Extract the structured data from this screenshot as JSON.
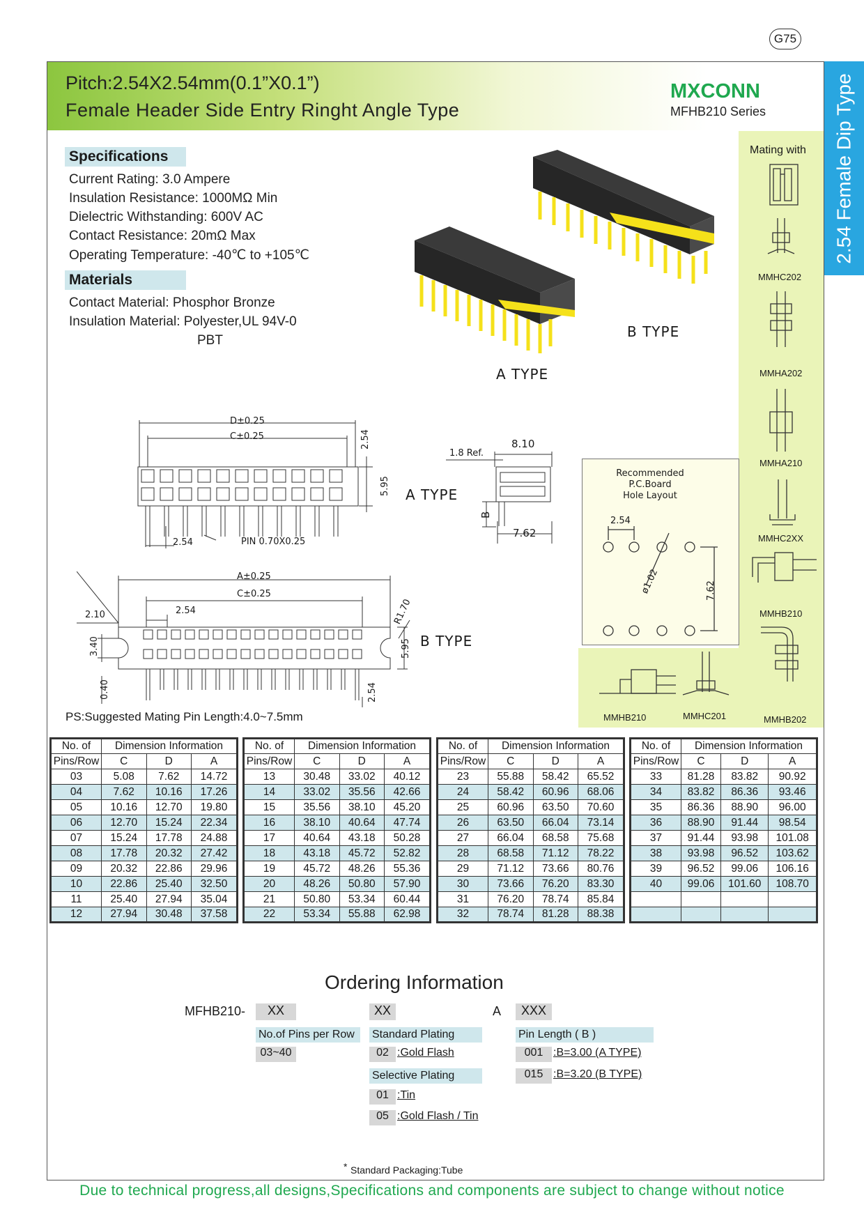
{
  "page_number": "G75",
  "header": {
    "title_line1": "Pitch:2.54X2.54mm(0.1”X0.1”)",
    "title_line2": "Female Header Side Entry Ringht Angle Type",
    "brand": "MXCONN",
    "series": "MFHB210 Series"
  },
  "side_tab": "2.54 Female Dip Type",
  "specifications": {
    "heading": "Specifications",
    "lines": [
      "Current Rating: 3.0 Ampere",
      "Insulation Resistance: 1000MΩ Min",
      "Dielectric Withstanding: 600V AC",
      "Contact  Resistance: 20mΩ Max",
      "Operating Temperature: -40℃ to +105℃"
    ]
  },
  "materials": {
    "heading": "Materials",
    "lines": [
      "Contact Material: Phosphor Bronze",
      "Insulation Material: Polyester,UL 94V-0",
      "PBT"
    ]
  },
  "photo_labels": {
    "a_type": "A  TYPE",
    "b_type": "B  TYPE"
  },
  "drawing_a": {
    "d_dim": "D±0.25",
    "c_dim": "C±0.25",
    "pitch_v": "2.54",
    "height": "5.95",
    "label": "A  TYPE",
    "pitch": "2.54",
    "pin_note": "PIN  0.70X0.25"
  },
  "drawing_side": {
    "width": "8.10",
    "ref": "1.8  Ref.",
    "b": "B",
    "row": "7.62"
  },
  "drawing_b": {
    "a_dim": "A±0.25",
    "c_dim": "C±0.25",
    "pitch": "2.54",
    "offset": "2.10",
    "radius": "R1.70",
    "height": "5.95",
    "label": "B  TYPE",
    "side": "3.40",
    "bottom": "0.40",
    "pin_pitch": "2.54"
  },
  "pcb_layout": {
    "title_lines": [
      "Recommended",
      "P.C.Board",
      "Hole  Layout"
    ],
    "pitch": "2.54",
    "hole": "ø1.02",
    "row": "7.62"
  },
  "ps_note": "PS:Suggested Mating Pin Length:4.0~7.5mm",
  "mating": {
    "heading": "Mating with",
    "parts": [
      "MMHC202",
      "MMHA202",
      "MMHA210",
      "MMHC2XX",
      "MMHB210",
      "MMHB202"
    ],
    "bottom_parts": [
      "MMHB210",
      "MMHC201"
    ]
  },
  "dimension_table": {
    "col_pins": [
      "No. of",
      "Pins/Row"
    ],
    "col_group": "Dimension Information",
    "cols": [
      "C",
      "D",
      "A"
    ],
    "blocks": [
      [
        [
          "03",
          "5.08",
          "7.62",
          "14.72"
        ],
        [
          "04",
          "7.62",
          "10.16",
          "17.26"
        ],
        [
          "05",
          "10.16",
          "12.70",
          "19.80"
        ],
        [
          "06",
          "12.70",
          "15.24",
          "22.34"
        ],
        [
          "07",
          "15.24",
          "17.78",
          "24.88"
        ],
        [
          "08",
          "17.78",
          "20.32",
          "27.42"
        ],
        [
          "09",
          "20.32",
          "22.86",
          "29.96"
        ],
        [
          "10",
          "22.86",
          "25.40",
          "32.50"
        ],
        [
          "11",
          "25.40",
          "27.94",
          "35.04"
        ],
        [
          "12",
          "27.94",
          "30.48",
          "37.58"
        ]
      ],
      [
        [
          "13",
          "30.48",
          "33.02",
          "40.12"
        ],
        [
          "14",
          "33.02",
          "35.56",
          "42.66"
        ],
        [
          "15",
          "35.56",
          "38.10",
          "45.20"
        ],
        [
          "16",
          "38.10",
          "40.64",
          "47.74"
        ],
        [
          "17",
          "40.64",
          "43.18",
          "50.28"
        ],
        [
          "18",
          "43.18",
          "45.72",
          "52.82"
        ],
        [
          "19",
          "45.72",
          "48.26",
          "55.36"
        ],
        [
          "20",
          "48.26",
          "50.80",
          "57.90"
        ],
        [
          "21",
          "50.80",
          "53.34",
          "60.44"
        ],
        [
          "22",
          "53.34",
          "55.88",
          "62.98"
        ]
      ],
      [
        [
          "23",
          "55.88",
          "58.42",
          "65.52"
        ],
        [
          "24",
          "58.42",
          "60.96",
          "68.06"
        ],
        [
          "25",
          "60.96",
          "63.50",
          "70.60"
        ],
        [
          "26",
          "63.50",
          "66.04",
          "73.14"
        ],
        [
          "27",
          "66.04",
          "68.58",
          "75.68"
        ],
        [
          "28",
          "68.58",
          "71.12",
          "78.22"
        ],
        [
          "29",
          "71.12",
          "73.66",
          "80.76"
        ],
        [
          "30",
          "73.66",
          "76.20",
          "83.30"
        ],
        [
          "31",
          "76.20",
          "78.74",
          "85.84"
        ],
        [
          "32",
          "78.74",
          "81.28",
          "88.38"
        ]
      ],
      [
        [
          "33",
          "81.28",
          "83.82",
          "90.92"
        ],
        [
          "34",
          "83.82",
          "86.36",
          "93.46"
        ],
        [
          "35",
          "86.36",
          "88.90",
          "96.00"
        ],
        [
          "36",
          "88.90",
          "91.44",
          "98.54"
        ],
        [
          "37",
          "91.44",
          "93.98",
          "101.08"
        ],
        [
          "38",
          "93.98",
          "96.52",
          "103.62"
        ],
        [
          "39",
          "96.52",
          "99.06",
          "106.16"
        ],
        [
          "40",
          "99.06",
          "101.60",
          "108.70"
        ],
        [
          "",
          "",
          "",
          ""
        ],
        [
          "",
          "",
          "",
          ""
        ]
      ]
    ]
  },
  "ordering": {
    "title": "Ordering Information",
    "prefix": "MFHB210-",
    "code1": "XX",
    "code2": "XX",
    "code3": "A",
    "code4": "XXX",
    "pins_label": "No.of Pins per Row",
    "pins_value": "03~40",
    "std_plating_label": "Standard Plating",
    "std_plating": [
      {
        "code": "02",
        "desc": ":Gold Flash"
      }
    ],
    "sel_plating_label": "Selective Plating",
    "sel_plating": [
      {
        "code": "01",
        "desc": ":Tin"
      },
      {
        "code": "05",
        "desc": ":Gold Flash / Tin"
      }
    ],
    "pin_length_label": "Pin Length ( B )",
    "pin_length": [
      {
        "code": "001",
        "desc": ":B=3.00 (A TYPE)"
      },
      {
        "code": "015",
        "desc": ":B=3.20 (B TYPE)"
      }
    ],
    "packaging_mark": "*",
    "packaging": "Standard Packaging:Tube"
  },
  "footer": "Due to technical progress,all designs,Specifications and components are subject to change without notice",
  "colors": {
    "brand_green": "#1fa84f",
    "tab_blue": "#29a6e0",
    "highlight": "#cfe7ec",
    "pin_yellow": "#f5e11a"
  }
}
